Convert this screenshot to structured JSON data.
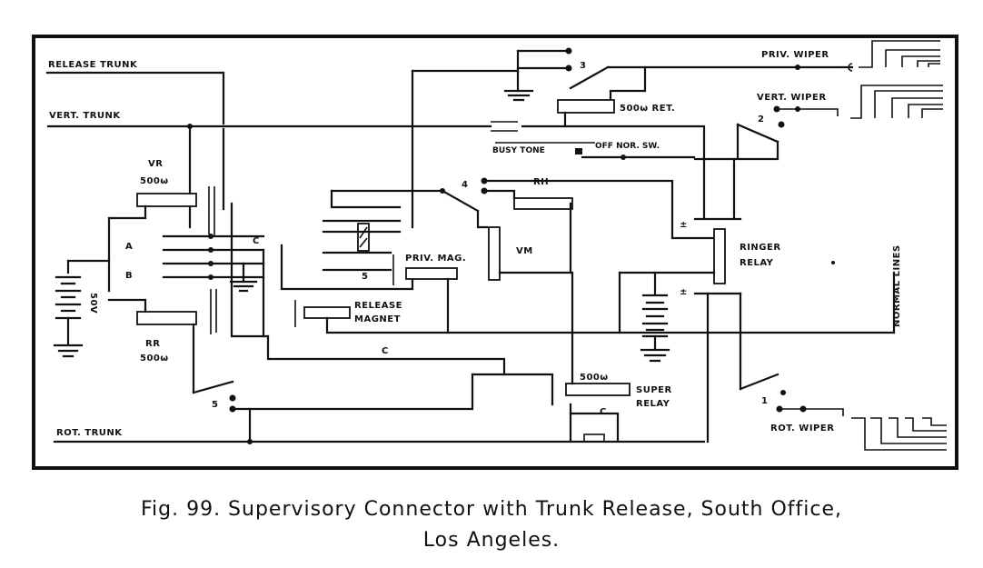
{
  "figure": {
    "caption_line1": "Fig. 99.  Supervisory Connector with Trunk Release, South Office,",
    "caption_line2": "Los  Angeles."
  },
  "labels": {
    "release_trunk": "RELEASE TRUNK",
    "vert_trunk": "VERT. TRUNK",
    "rot_trunk": "ROT. TRUNK",
    "priv_wiper": "PRIV. WIPER",
    "vert_wiper": "VERT. WIPER",
    "rot_wiper": "ROT. WIPER",
    "vr": "VR",
    "vr_res": "500ω",
    "rr": "RR",
    "rr_res": "500ω",
    "battery": "50V",
    "a": "A",
    "b": "B",
    "c1": "C",
    "c2": "C",
    "c3": "C",
    "ret_relay": "500ω RET.",
    "busy_tone": "BUSY TONE",
    "off_nor_sw": "OFF NOR. SW.",
    "rh": "RH",
    "vm": "VM",
    "priv_mag": "PRIV. MAG.",
    "release_magnet_1": "RELEASE",
    "release_magnet_2": "MAGNET",
    "ringer_relay_1": "RINGER",
    "ringer_relay_2": "RELAY",
    "super_res": "500ω",
    "super_relay_1": "SUPER",
    "super_relay_2": "RELAY",
    "normal_lines": "NORMAL  LINES",
    "pm_top": "±",
    "pm_bottom": "±",
    "sw1": "1",
    "sw2": "2",
    "sw3": "3",
    "sw4": "4",
    "sw5": "5",
    "sw6": "5"
  }
}
